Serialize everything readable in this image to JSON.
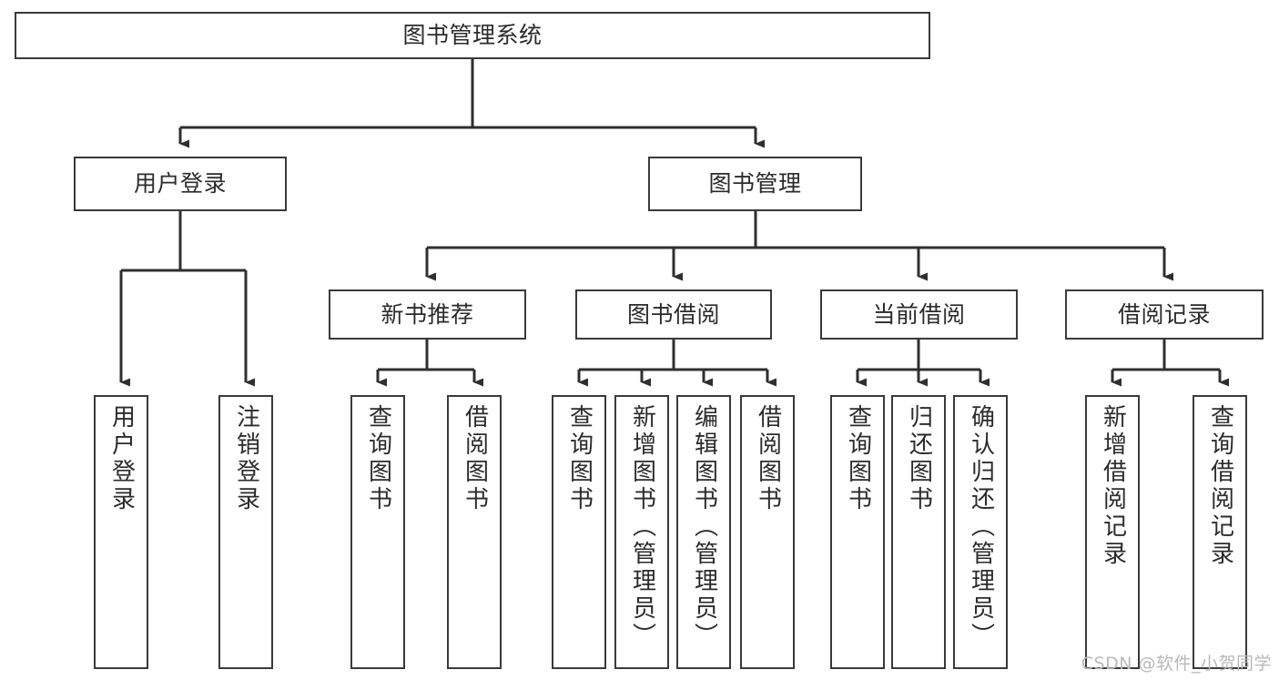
{
  "diagram": {
    "title": "图书管理系统",
    "type": "hierarchy-tree",
    "watermark": "CSDN @软件_小贺同学",
    "colors": {
      "box_border": "#3a3a3c",
      "box_fill": "#ffffff",
      "connector": "#2f2f31",
      "text": "#2b2b2b",
      "watermark": "#b9b9bb"
    },
    "nodes": {
      "root": {
        "label": "图书管理系统"
      },
      "level2": [
        {
          "id": "user-login",
          "label": "用户登录"
        },
        {
          "id": "book-management",
          "label": "图书管理"
        }
      ],
      "level3": [
        {
          "id": "new-book-recommend",
          "label": "新书推荐"
        },
        {
          "id": "book-borrow",
          "label": "图书借阅"
        },
        {
          "id": "current-borrow",
          "label": "当前借阅"
        },
        {
          "id": "borrow-record",
          "label": "借阅记录"
        }
      ],
      "leaves": [
        {
          "id": "leaf-user-login",
          "parent": "user-login",
          "label": "用户登录"
        },
        {
          "id": "leaf-logout",
          "parent": "user-login",
          "label": "注销登录"
        },
        {
          "id": "leaf-query-book-1",
          "parent": "new-book-recommend",
          "label": "查询图书"
        },
        {
          "id": "leaf-borrow-book-1",
          "parent": "new-book-recommend",
          "label": "借阅图书"
        },
        {
          "id": "leaf-query-book-2",
          "parent": "book-borrow",
          "label": "查询图书"
        },
        {
          "id": "leaf-add-book",
          "parent": "book-borrow",
          "label": "新增图书（管理员）"
        },
        {
          "id": "leaf-edit-book",
          "parent": "book-borrow",
          "label": "编辑图书（管理员）"
        },
        {
          "id": "leaf-borrow-book-2",
          "parent": "book-borrow",
          "label": "借阅图书"
        },
        {
          "id": "leaf-query-book-3",
          "parent": "current-borrow",
          "label": "查询图书"
        },
        {
          "id": "leaf-return-book",
          "parent": "current-borrow",
          "label": "归还图书"
        },
        {
          "id": "leaf-confirm-return",
          "parent": "current-borrow",
          "label": "确认归还（管理员）"
        },
        {
          "id": "leaf-add-record",
          "parent": "borrow-record",
          "label": "新增借阅记录"
        },
        {
          "id": "leaf-query-record",
          "parent": "borrow-record",
          "label": "查询借阅记录"
        }
      ]
    }
  }
}
